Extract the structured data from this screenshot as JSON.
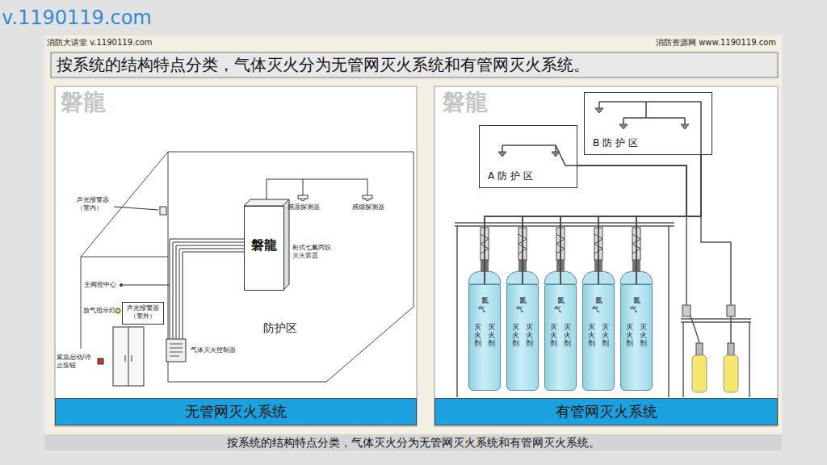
{
  "diagram": {
    "title": "按系统的结构特点分类，气体灭火分为无管网灭火系统和有管网灭火系统。",
    "caption": "按系统的结构特点分类，气体灭火分为无管网灭火系统和有管网灭火系统。",
    "nodes": [
      {
        "text": [
          "无管网灭火系统"
        ]
      },
      {
        "text": [
          "磐龍"
        ]
      },
      {
        "text": [
          "声光报警器（室外）"
        ]
      },
      {
        "text": [
          "A 防 护 区"
        ]
      },
      {
        "text": [
          "B 防 护 区"
        ]
      },
      {
        "text": [
          "氮气",
          "灭火剂",
          "灭火剂"
        ]
      },
      {
        "text": [
          "氮气",
          "灭火剂",
          "灭火剂"
        ]
      },
      {
        "text": [
          "氮气",
          "灭火剂",
          "灭火剂"
        ]
      },
      {
        "text": [
          "氮气",
          "灭火剂",
          "灭火剂"
        ]
      },
      {
        "text": [
          "氮气",
          "灭火剂",
          "灭火剂"
        ]
      },
      {
        "text": [
          "有管网灭火系统"
        ]
      }
    ],
    "edges": [
      {
        "from": 5,
        "to": 3,
        "arrow": "none"
      },
      {
        "from": 6,
        "to": 3,
        "arrow": "none"
      },
      {
        "from": 7,
        "to": 3,
        "arrow": "none"
      },
      {
        "from": 8,
        "to": 3,
        "arrow": "none"
      },
      {
        "from": 9,
        "to": 3,
        "arrow": "none"
      },
      {
        "from": 5,
        "to": 4,
        "arrow": "none"
      },
      {
        "from": 6,
        "to": 4,
        "arrow": "none"
      },
      {
        "from": 7,
        "to": 4,
        "arrow": "none"
      },
      {
        "from": 8,
        "to": 4,
        "arrow": "none"
      },
      {
        "from": 9,
        "to": 4,
        "arrow": "none"
      }
    ],
    "labels": [
      "v.1190119.com",
      "消防大讲堂 v.1190119.com",
      "消防资源网 www.1190119.com",
      "磐龍",
      "磐龍",
      "声光报警器（室内）",
      "感温探测器",
      "感烟探测器",
      "柜式七氟丙烷灭火装置",
      "主阀控中心",
      "放气指示灯",
      "紧急启动/停止按钮",
      "气体灭火控制器",
      "防护区"
    ]
  }
}
